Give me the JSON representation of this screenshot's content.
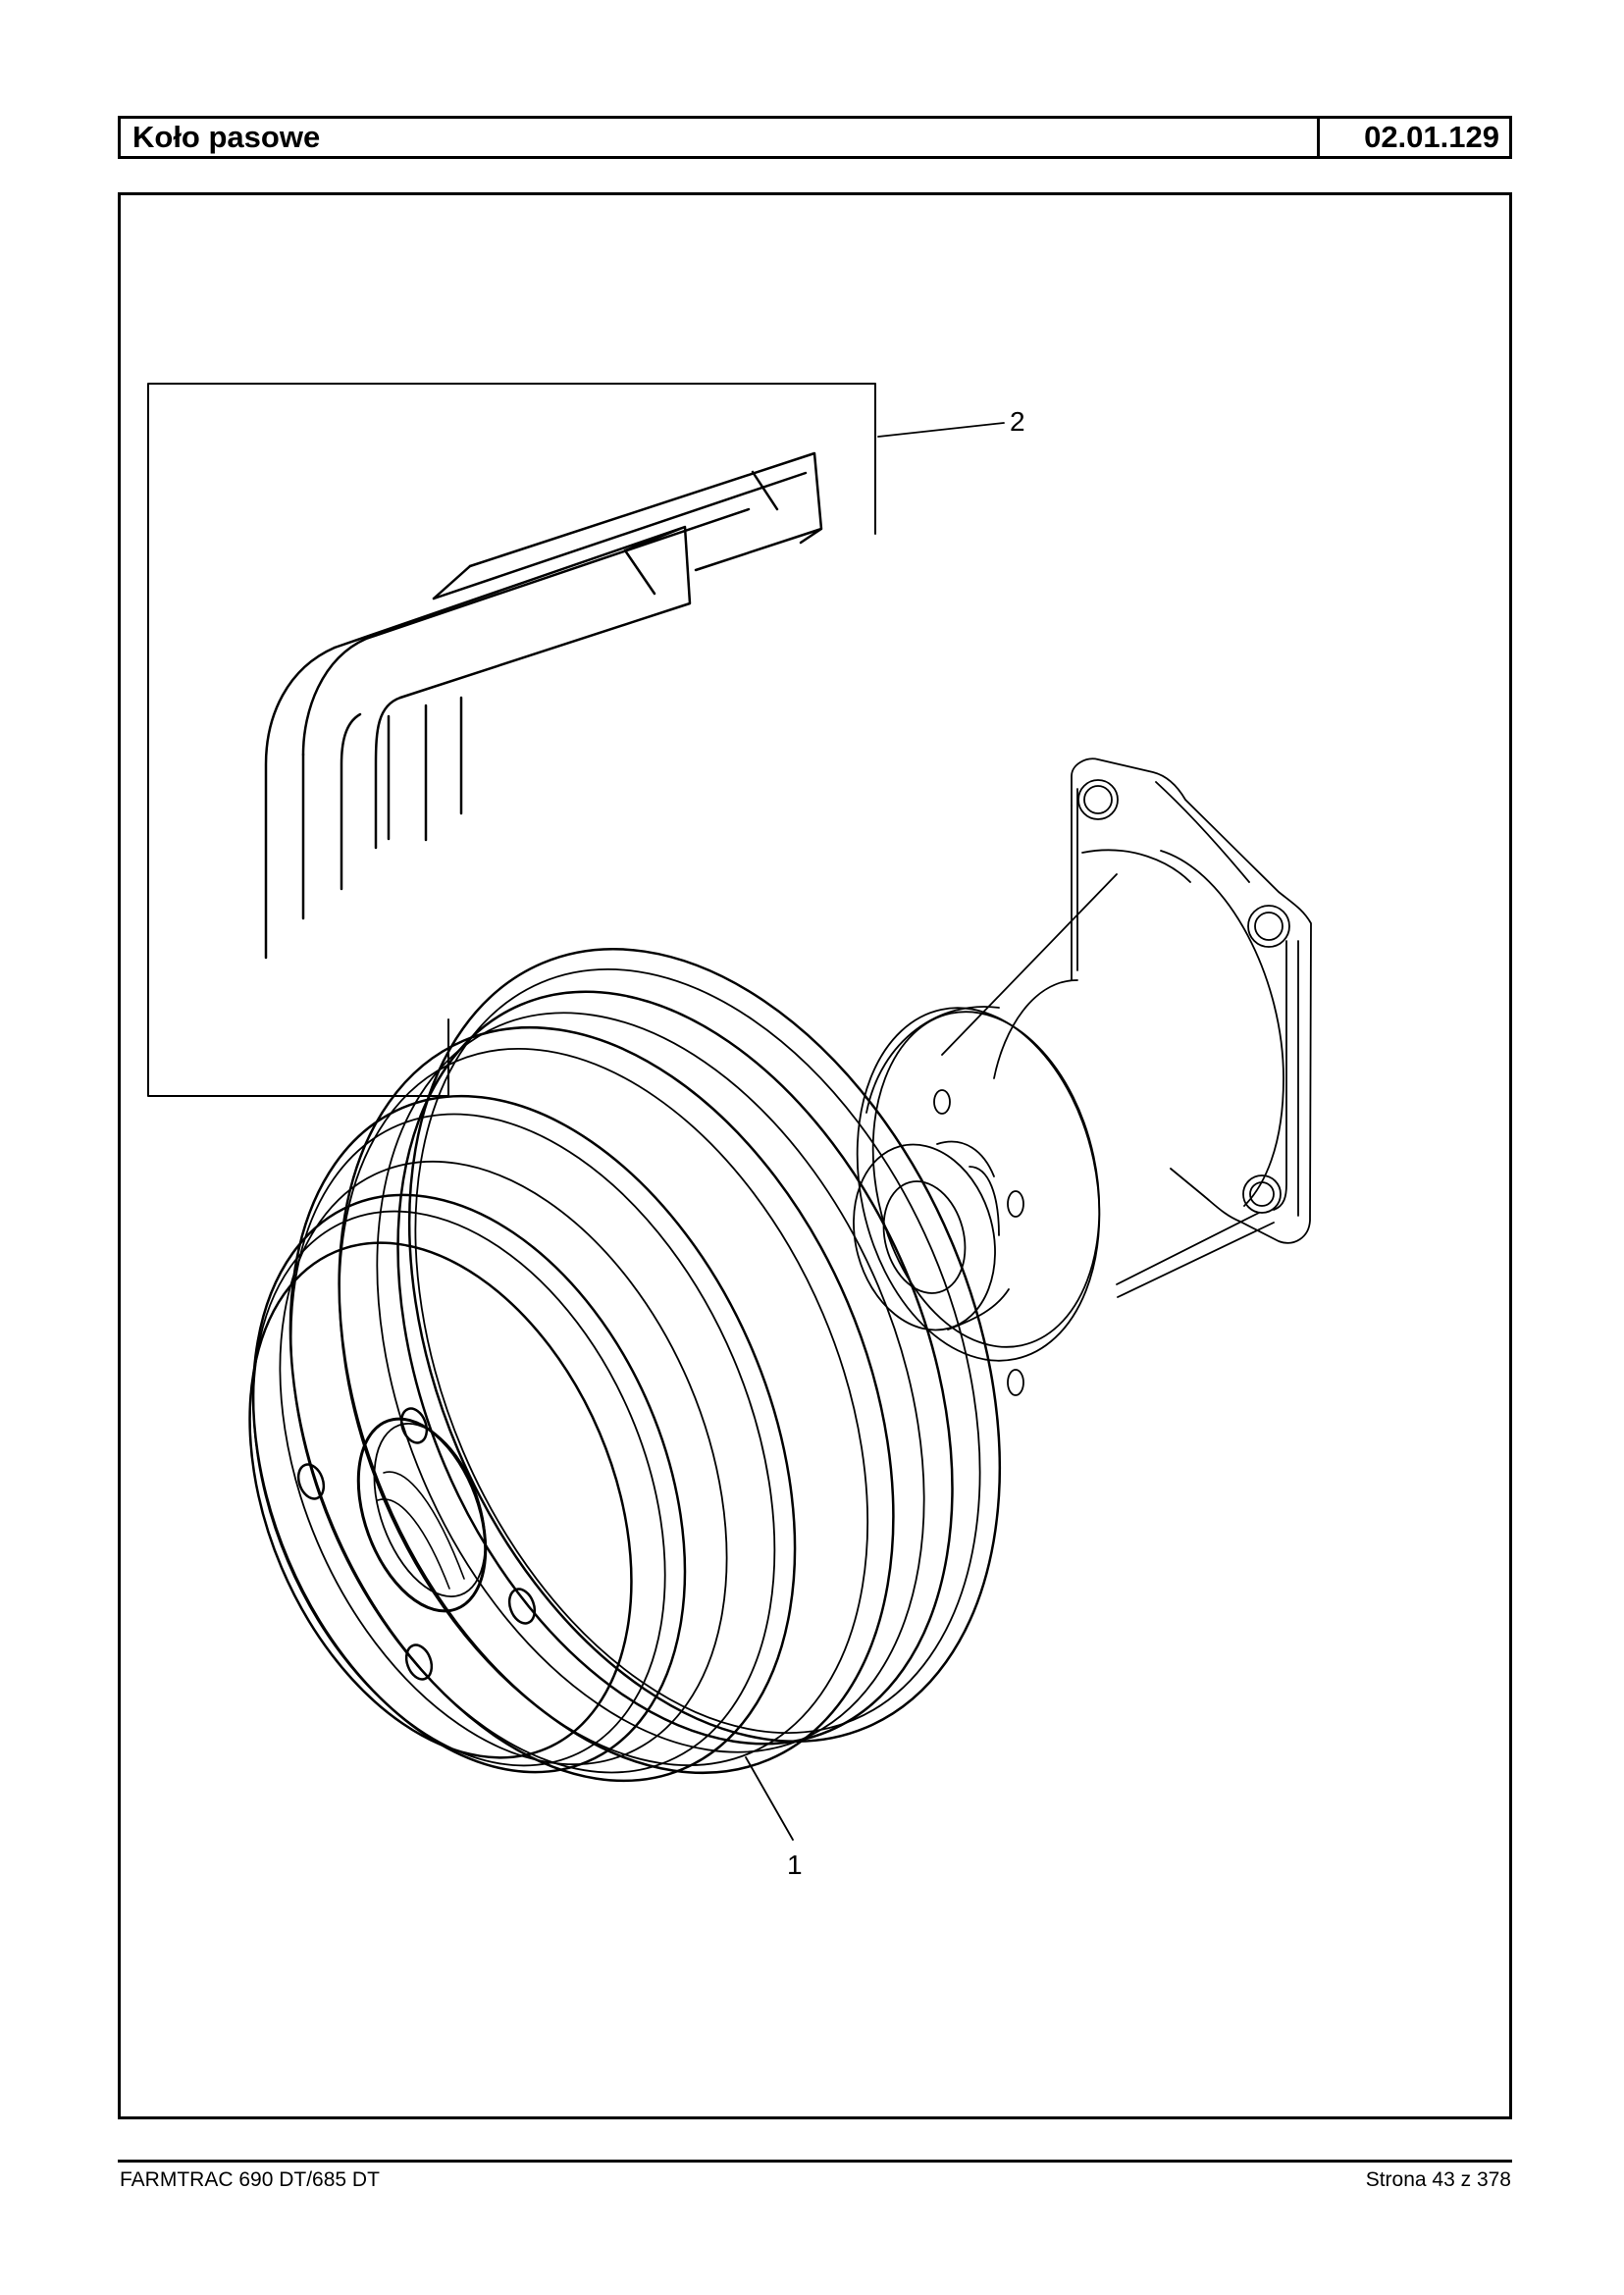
{
  "header": {
    "title": "Koło pasowe",
    "code": "02.01.129"
  },
  "drawing": {
    "callouts": [
      {
        "number": "1",
        "part": "pulley"
      },
      {
        "number": "2",
        "part": "v-belt"
      }
    ]
  },
  "footer": {
    "model": "FARMTRAC 690 DT/685 DT",
    "page": "Strona 43 z 378"
  }
}
